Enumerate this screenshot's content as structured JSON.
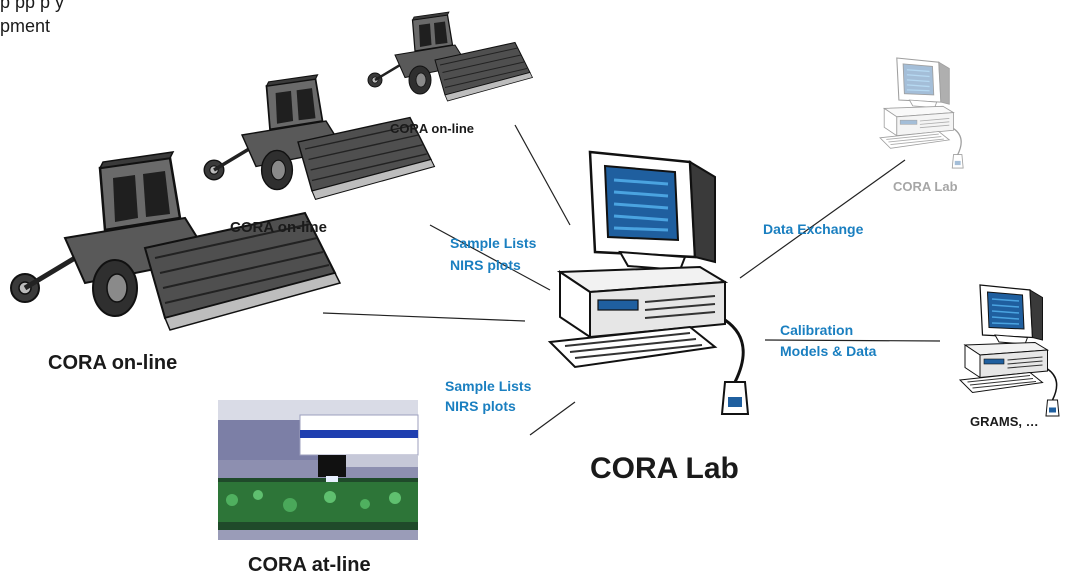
{
  "header": {
    "line1": "p        pp               p y",
    "line2": "pment"
  },
  "labels": {
    "online_top": "CORA on-line",
    "online_mid": "CORA on-line",
    "online_main": "CORA on-line",
    "sample_lists_1": "Sample Lists",
    "nirs_plots_1": "NIRS plots",
    "sample_lists_2": "Sample Lists",
    "nirs_plots_2": "NIRS plots",
    "data_exchange": "Data Exchange",
    "calibration": "Calibration",
    "models_data": "Models & Data",
    "cora_lab_remote": "CORA Lab",
    "grams": "GRAMS, …",
    "cora_lab_main": "CORA Lab",
    "cora_atline": "CORA at-line"
  },
  "colors": {
    "link_text": "#1a7fc0",
    "remote_lab_text": "#a6a6a6",
    "harvester_body": "#555555",
    "monitor_screen": "#1f5f9f"
  },
  "icons": [
    "harvester-icon",
    "computer-icon",
    "instrument-photo"
  ]
}
